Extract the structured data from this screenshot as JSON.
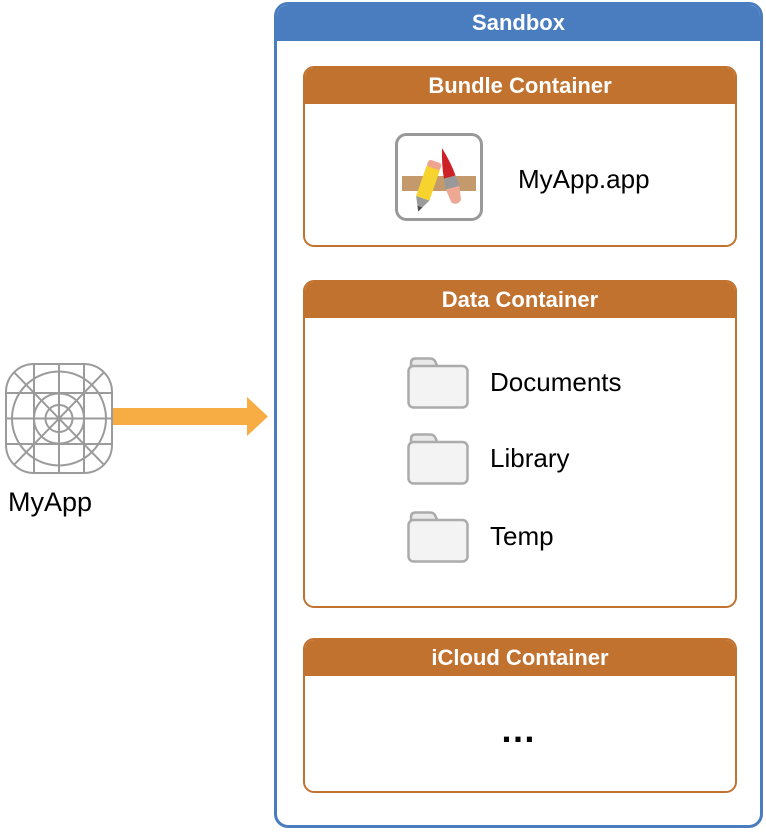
{
  "diagram": {
    "source_app": {
      "label": "MyApp",
      "icon": "app-wireframe-template-icon"
    },
    "arrow": {
      "icon": "right-arrow",
      "color": "#F7AC44"
    },
    "sandbox": {
      "title": "Sandbox",
      "header_color": "#4A7DBF",
      "container_header_color": "#C1722F",
      "containers": [
        {
          "title": "Bundle Container",
          "items": [
            {
              "icon": "app-store-icon",
              "label": "MyApp.app"
            }
          ]
        },
        {
          "title": "Data Container",
          "items": [
            {
              "icon": "folder-icon",
              "label": "Documents"
            },
            {
              "icon": "folder-icon",
              "label": "Library"
            },
            {
              "icon": "folder-icon",
              "label": "Temp"
            }
          ]
        },
        {
          "title": "iCloud Container",
          "items": [
            {
              "icon": "none",
              "label": "…"
            }
          ]
        }
      ]
    }
  }
}
